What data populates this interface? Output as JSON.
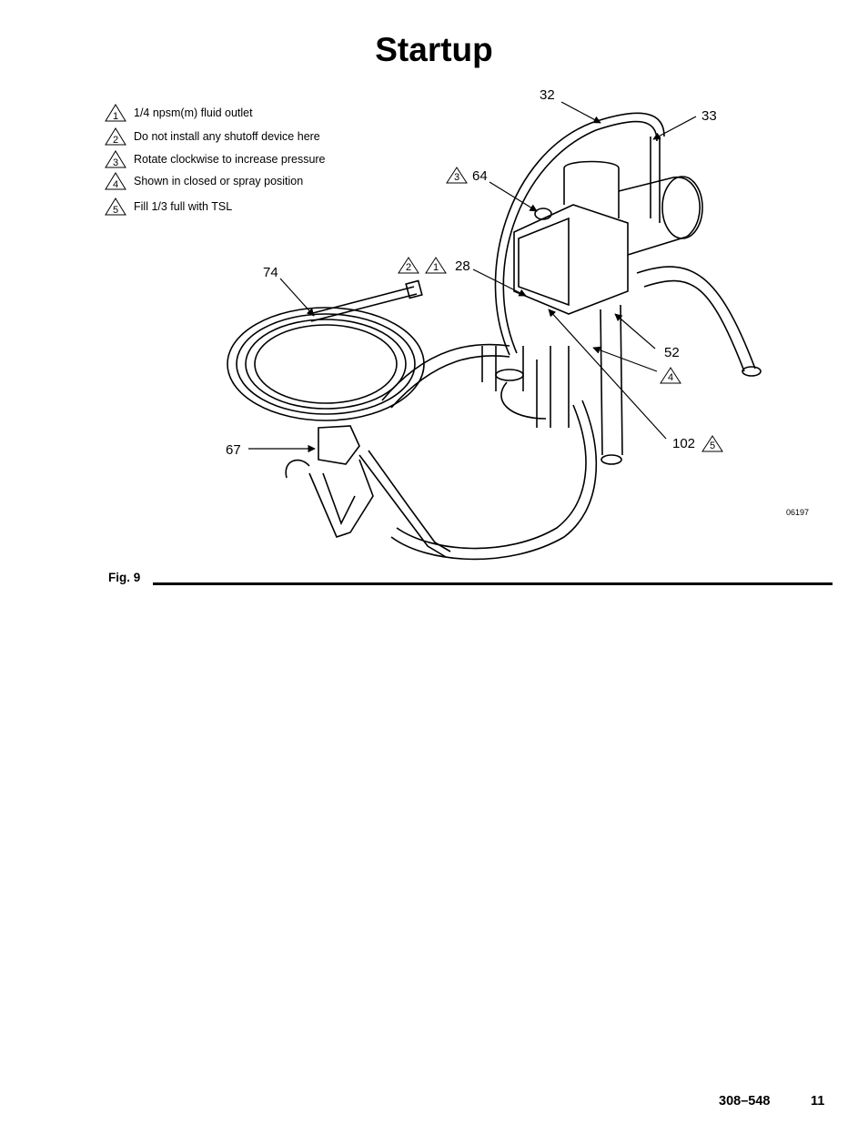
{
  "page": {
    "title": "Startup",
    "figure_label": "Fig. 9",
    "drawing_id": "06197",
    "doc_number": "308–548",
    "page_number": "11"
  },
  "legend": [
    {
      "number": "1",
      "text": "1/4 npsm(m) fluid outlet"
    },
    {
      "number": "2",
      "text": "Do not install any shutoff device here"
    },
    {
      "number": "3",
      "text": "Rotate clockwise to increase pressure"
    },
    {
      "number": "4",
      "text": "Shown in closed or spray position"
    },
    {
      "number": "5",
      "text": "Fill 1/3 full with TSL"
    }
  ],
  "callouts": {
    "c32": "32",
    "c33": "33",
    "c64": "64",
    "c28": "28",
    "c74": "74",
    "c52": "52",
    "c102": "102",
    "c67": "67"
  },
  "callout_symbols": {
    "s64": "3",
    "s28a": "2",
    "s28b": "1",
    "s4": "4",
    "s102": "5"
  }
}
